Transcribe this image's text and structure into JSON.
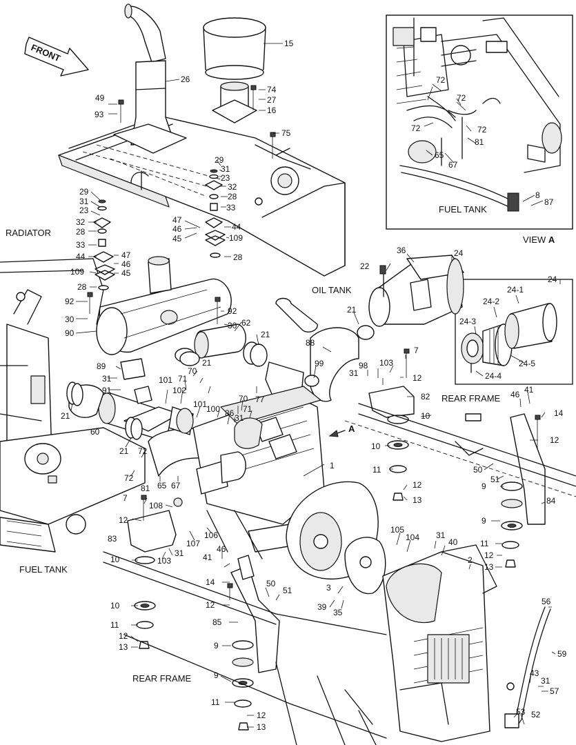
{
  "captions": {
    "front": "FRONT",
    "radiator": "RADIATOR",
    "oil_tank": "OIL TANK",
    "rear_frame_right": "REAR FRAME",
    "rear_frame_bottom": "REAR FRAME",
    "fuel_tank_left": "FUEL TANK",
    "fuel_tank_inset": "FUEL TANK",
    "view_a_prefix": "VIEW",
    "view_a_letter": "A",
    "arrow_a": "A"
  },
  "labels": [
    {
      "id": "l1",
      "text": "15"
    },
    {
      "id": "l2",
      "text": "26"
    },
    {
      "id": "l3",
      "text": "49"
    },
    {
      "id": "l4",
      "text": "93"
    },
    {
      "id": "l5",
      "text": "74"
    },
    {
      "id": "l6",
      "text": "27"
    },
    {
      "id": "l7",
      "text": "16"
    },
    {
      "id": "l8",
      "text": "75"
    },
    {
      "id": "l9",
      "text": "29"
    },
    {
      "id": "l10",
      "text": "31"
    },
    {
      "id": "l11",
      "text": "23"
    },
    {
      "id": "l12",
      "text": "32"
    },
    {
      "id": "l13",
      "text": "28"
    },
    {
      "id": "l14",
      "text": "33"
    },
    {
      "id": "l15",
      "text": "47"
    },
    {
      "id": "l16",
      "text": "46"
    },
    {
      "id": "l17",
      "text": "45"
    },
    {
      "id": "l18",
      "text": "44"
    },
    {
      "id": "l19",
      "text": "109"
    },
    {
      "id": "l20",
      "text": "28"
    },
    {
      "id": "l21",
      "text": "29"
    },
    {
      "id": "l22",
      "text": "31"
    },
    {
      "id": "l23",
      "text": "23"
    },
    {
      "id": "l24",
      "text": "32"
    },
    {
      "id": "l25",
      "text": "28"
    },
    {
      "id": "l26",
      "text": "33"
    },
    {
      "id": "l27",
      "text": "44"
    },
    {
      "id": "l28",
      "text": "47"
    },
    {
      "id": "l29",
      "text": "46"
    },
    {
      "id": "l30",
      "text": "45"
    },
    {
      "id": "l31",
      "text": "109"
    },
    {
      "id": "l32",
      "text": "28"
    },
    {
      "id": "l33",
      "text": "92"
    },
    {
      "id": "l34",
      "text": "30"
    },
    {
      "id": "l35",
      "text": "90"
    },
    {
      "id": "l36",
      "text": "92"
    },
    {
      "id": "l37",
      "text": "30"
    },
    {
      "id": "l38",
      "text": "62"
    },
    {
      "id": "l39",
      "text": "21"
    },
    {
      "id": "l40",
      "text": "21"
    },
    {
      "id": "l41",
      "text": "36"
    },
    {
      "id": "l42",
      "text": "24"
    },
    {
      "id": "l43",
      "text": "22"
    },
    {
      "id": "l44",
      "text": "21"
    },
    {
      "id": "l45",
      "text": "88"
    },
    {
      "id": "l46",
      "text": "99"
    },
    {
      "id": "l47",
      "text": "89"
    },
    {
      "id": "l48",
      "text": "31"
    },
    {
      "id": "l49",
      "text": "91"
    },
    {
      "id": "l50",
      "text": "101"
    },
    {
      "id": "l51",
      "text": "71"
    },
    {
      "id": "l52",
      "text": "70"
    },
    {
      "id": "l53",
      "text": "77"
    },
    {
      "id": "l54",
      "text": "70"
    },
    {
      "id": "l55",
      "text": "71"
    },
    {
      "id": "l56",
      "text": "102"
    },
    {
      "id": "l57",
      "text": "101"
    },
    {
      "id": "l58",
      "text": "100"
    },
    {
      "id": "l59",
      "text": "86"
    },
    {
      "id": "l60",
      "text": "31"
    },
    {
      "id": "l61",
      "text": "21"
    },
    {
      "id": "l62",
      "text": "60"
    },
    {
      "id": "l63",
      "text": "21"
    },
    {
      "id": "l64",
      "text": "72"
    },
    {
      "id": "l65",
      "text": "72"
    },
    {
      "id": "l66",
      "text": "81"
    },
    {
      "id": "l67",
      "text": "65"
    },
    {
      "id": "l68",
      "text": "67"
    },
    {
      "id": "l69",
      "text": "1"
    },
    {
      "id": "l70",
      "text": "7"
    },
    {
      "id": "l71",
      "text": "108"
    },
    {
      "id": "l72",
      "text": "12"
    },
    {
      "id": "l73",
      "text": "83"
    },
    {
      "id": "l74",
      "text": "31"
    },
    {
      "id": "l75",
      "text": "103"
    },
    {
      "id": "l76",
      "text": "107"
    },
    {
      "id": "l77",
      "text": "106"
    },
    {
      "id": "l78",
      "text": "10"
    },
    {
      "id": "l79",
      "text": "41"
    },
    {
      "id": "l80",
      "text": "46"
    },
    {
      "id": "l81",
      "text": "14"
    },
    {
      "id": "l82",
      "text": "50"
    },
    {
      "id": "l83",
      "text": "51"
    },
    {
      "id": "l84",
      "text": "12"
    },
    {
      "id": "l85",
      "text": "85"
    },
    {
      "id": "l86",
      "text": "10"
    },
    {
      "id": "l87",
      "text": "11"
    },
    {
      "id": "l88",
      "text": "12"
    },
    {
      "id": "l89",
      "text": "13"
    },
    {
      "id": "l90",
      "text": "9"
    },
    {
      "id": "l91",
      "text": "9"
    },
    {
      "id": "l92",
      "text": "11"
    },
    {
      "id": "l93",
      "text": "12"
    },
    {
      "id": "l94",
      "text": "13"
    },
    {
      "id": "l95",
      "text": "3"
    },
    {
      "id": "l96",
      "text": "39"
    },
    {
      "id": "l97",
      "text": "35"
    },
    {
      "id": "l98",
      "text": "105"
    },
    {
      "id": "l99",
      "text": "104"
    },
    {
      "id": "l100",
      "text": "31"
    },
    {
      "id": "l101",
      "text": "40"
    },
    {
      "id": "l102",
      "text": "2"
    },
    {
      "id": "l103",
      "text": "7"
    },
    {
      "id": "l104",
      "text": "98"
    },
    {
      "id": "l105",
      "text": "103"
    },
    {
      "id": "l106",
      "text": "31"
    },
    {
      "id": "l107",
      "text": "12"
    },
    {
      "id": "l108",
      "text": "82"
    },
    {
      "id": "l109",
      "text": "10"
    },
    {
      "id": "l110",
      "text": "10"
    },
    {
      "id": "l111",
      "text": "11"
    },
    {
      "id": "l112",
      "text": "12"
    },
    {
      "id": "l113",
      "text": "13"
    },
    {
      "id": "l114",
      "text": "46"
    },
    {
      "id": "l115",
      "text": "41"
    },
    {
      "id": "l116",
      "text": "14"
    },
    {
      "id": "l117",
      "text": "12"
    },
    {
      "id": "l118",
      "text": "50"
    },
    {
      "id": "l119",
      "text": "51"
    },
    {
      "id": "l120",
      "text": "9"
    },
    {
      "id": "l121",
      "text": "84"
    },
    {
      "id": "l122",
      "text": "9"
    },
    {
      "id": "l123",
      "text": "11"
    },
    {
      "id": "l124",
      "text": "12"
    },
    {
      "id": "l125",
      "text": "13"
    },
    {
      "id": "l126",
      "text": "56"
    },
    {
      "id": "l127",
      "text": "59"
    },
    {
      "id": "l128",
      "text": "43"
    },
    {
      "id": "l129",
      "text": "31"
    },
    {
      "id": "l130",
      "text": "57"
    },
    {
      "id": "l131",
      "text": "53"
    },
    {
      "id": "l132",
      "text": "52"
    },
    {
      "id": "l133",
      "text": "24"
    },
    {
      "id": "l134",
      "text": "24-1"
    },
    {
      "id": "l135",
      "text": "24-2"
    },
    {
      "id": "l136",
      "text": "24-3"
    },
    {
      "id": "l137",
      "text": "24-5"
    },
    {
      "id": "l138",
      "text": "24-4"
    },
    {
      "id": "l139",
      "text": "72"
    },
    {
      "id": "l140",
      "text": "72"
    },
    {
      "id": "l141",
      "text": "72"
    },
    {
      "id": "l142",
      "text": "72"
    },
    {
      "id": "l143",
      "text": "81"
    },
    {
      "id": "l144",
      "text": "65"
    },
    {
      "id": "l145",
      "text": "67"
    },
    {
      "id": "l146",
      "text": "8"
    },
    {
      "id": "l147",
      "text": "87"
    }
  ]
}
